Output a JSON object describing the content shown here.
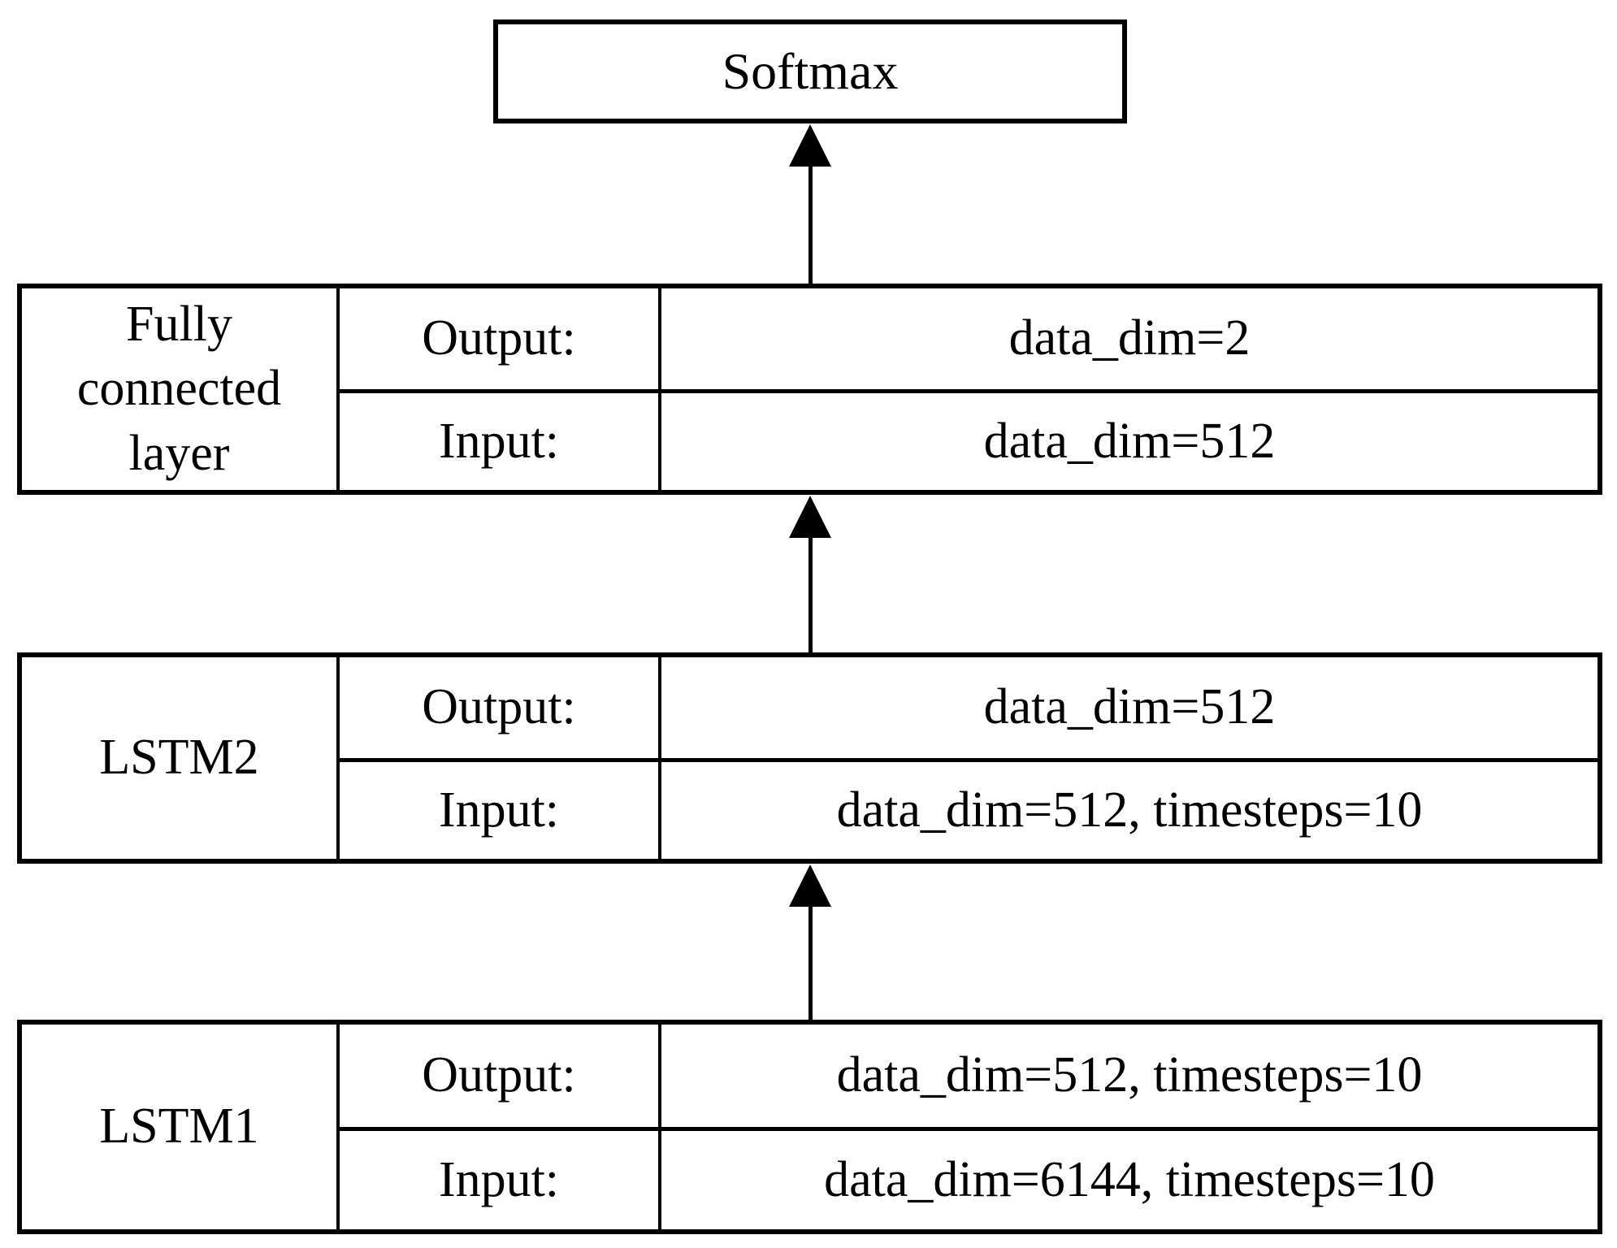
{
  "colors": {
    "ink": "#000000",
    "background": "#ffffff"
  },
  "softmax": {
    "label": "Softmax"
  },
  "layers": [
    {
      "name": "Fully connected layer",
      "rows": [
        {
          "key": "Output:",
          "value": "data_dim=2"
        },
        {
          "key": "Input:",
          "value": "data_dim=512"
        }
      ]
    },
    {
      "name": "LSTM2",
      "rows": [
        {
          "key": "Output:",
          "value": "data_dim=512"
        },
        {
          "key": "Input:",
          "value": "data_dim=512, timesteps=10"
        }
      ]
    },
    {
      "name": "LSTM1",
      "rows": [
        {
          "key": "Output:",
          "value": "data_dim=512, timesteps=10"
        },
        {
          "key": "Input:",
          "value": "data_dim=6144, timesteps=10"
        }
      ]
    }
  ]
}
